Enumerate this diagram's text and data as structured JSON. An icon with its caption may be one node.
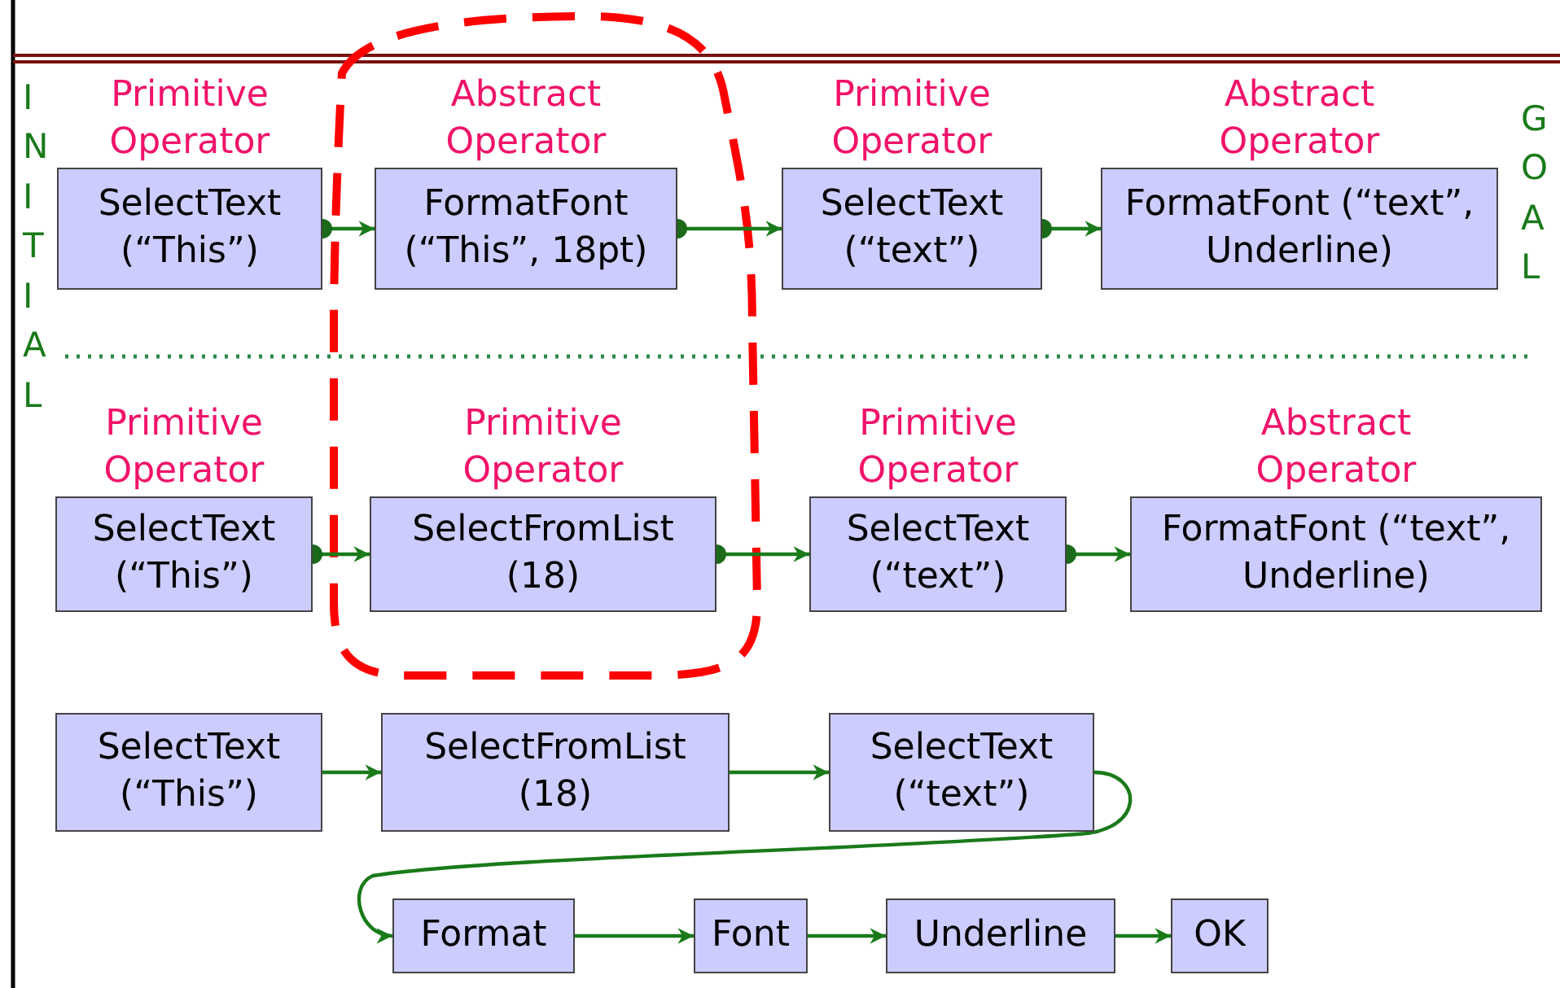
{
  "diagram": {
    "nodes": [
      {
        "text": [
          "Primitive Operator",
          "SelectText (“This”)"
        ]
      },
      {
        "text": [
          "Abstract Operator",
          "FormatFont (“This”, 18pt)"
        ]
      },
      {
        "text": [
          "Primitive Operator",
          "SelectText (“text”)"
        ]
      },
      {
        "text": [
          "Abstract Operator",
          "FormatFont (“text”, Underline)"
        ]
      },
      {
        "text": [
          "Primitive Operator",
          "SelectText (“This”)"
        ]
      },
      {
        "text": [
          "Primitive Operator",
          "SelectFromList (18)"
        ]
      },
      {
        "text": [
          "Primitive Operator",
          "SelectText (“text”)"
        ]
      },
      {
        "text": [
          "Abstract Operator",
          "FormatFont (“text”, Underline)"
        ]
      },
      {
        "text": [
          "SelectText (“This”)"
        ]
      },
      {
        "text": [
          "SelectFromList (18)"
        ]
      },
      {
        "text": [
          "SelectText (“text”)"
        ]
      },
      {
        "text": [
          "Format"
        ]
      },
      {
        "text": [
          "Font"
        ]
      },
      {
        "text": [
          "Underline"
        ]
      },
      {
        "text": [
          "OK"
        ]
      }
    ],
    "edges": [
      {
        "from": 0,
        "to": 1,
        "arrow": "to"
      },
      {
        "from": 1,
        "to": 2,
        "arrow": "to"
      },
      {
        "from": 2,
        "to": 3,
        "arrow": "to"
      },
      {
        "from": 4,
        "to": 5,
        "arrow": "to"
      },
      {
        "from": 5,
        "to": 6,
        "arrow": "to"
      },
      {
        "from": 6,
        "to": 7,
        "arrow": "to"
      },
      {
        "from": 8,
        "to": 9,
        "arrow": "to"
      },
      {
        "from": 9,
        "to": 10,
        "arrow": "to"
      },
      {
        "from": 10,
        "to": 11,
        "arrow": "to"
      },
      {
        "from": 11,
        "to": 12,
        "arrow": "to"
      },
      {
        "from": 12,
        "to": 13,
        "arrow": "to"
      },
      {
        "from": 13,
        "to": 14,
        "arrow": "to"
      }
    ],
    "labels": [
      "INITIAL",
      "GOAL"
    ]
  }
}
